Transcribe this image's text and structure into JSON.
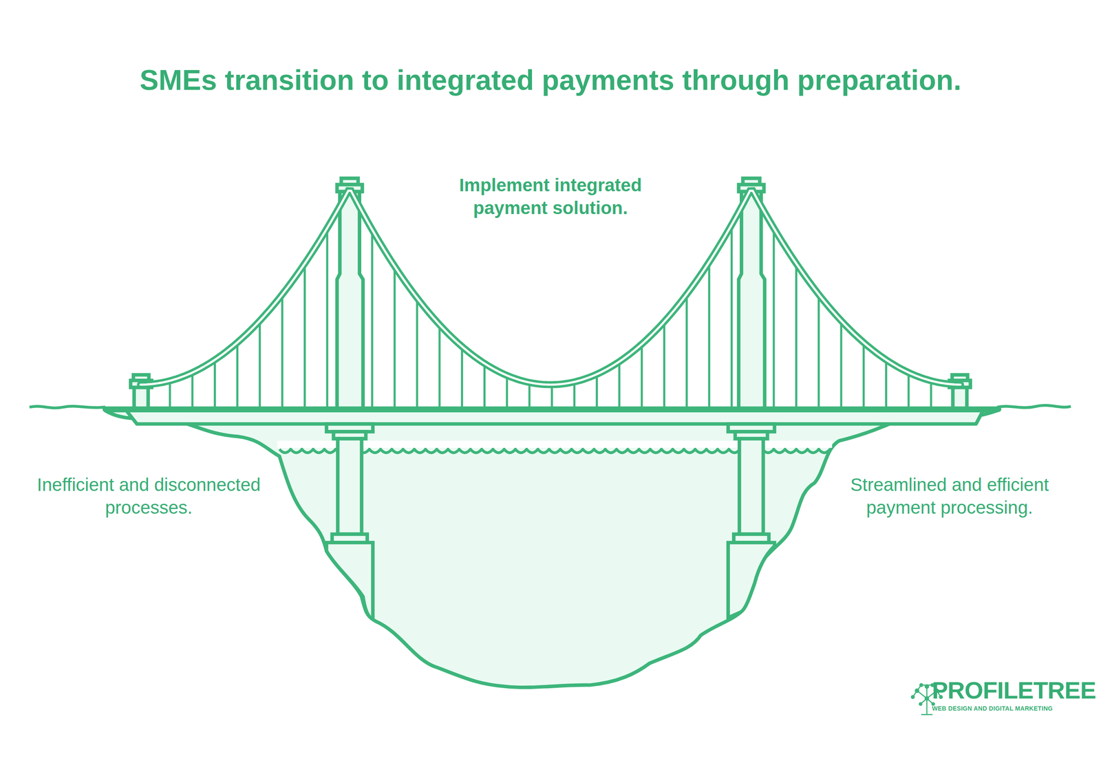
{
  "diagram": {
    "title": "SMEs transition to integrated payments through preparation.",
    "labels": [
      "Implement integrated payment solution.",
      "Inefficient and disconnected processes.",
      "Streamlined and efficient payment processing.",
      "PROFILETREE",
      "WEB DESIGN AND DIGITAL MARKETING"
    ]
  }
}
